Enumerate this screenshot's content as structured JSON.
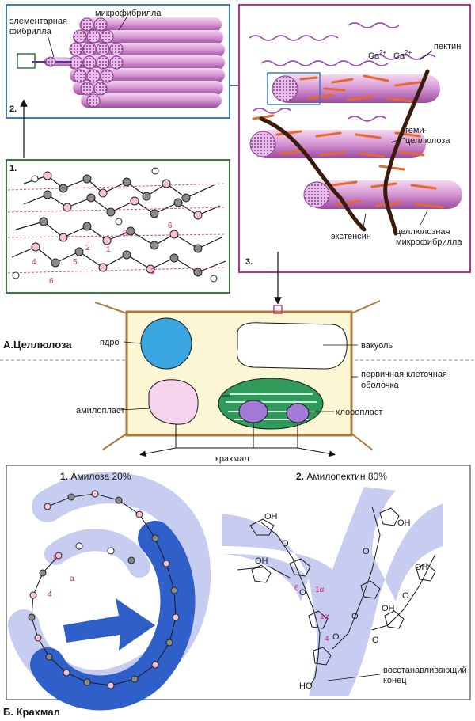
{
  "panel1": {
    "number": "1."
  },
  "panel2": {
    "number": "2.",
    "label_fibril": "элементарная\nфибрилла",
    "label_microfibril": "микрофибрилла"
  },
  "panel3": {
    "number": "3.",
    "label_pectin": "пектин",
    "label_ca1": "Ca",
    "label_ca2": "Ca",
    "ca_sup": "2+",
    "label_hemi1": "геми-",
    "label_hemi2": "целлюлоза",
    "label_extensin": "экстенсин",
    "label_cellmf1": "целлюлозная",
    "label_cellmf2": "микрофибрилла"
  },
  "section_a": {
    "title": "А.Целлюлоза"
  },
  "cell": {
    "nucleus": "ядро",
    "vacuole": "вакуоль",
    "wall1": "первичная клеточная",
    "wall2": "оболочка",
    "amyloplast": "амилопласт",
    "chloroplast": "хлоропласт",
    "starch": "крахмал"
  },
  "section_b": {
    "title": "Б. Крахмал",
    "amylose_num": "1.",
    "amylose": "Амилоза 20%",
    "amylopectin_num": "2.",
    "amylopectin": "Амилопектин 80%",
    "reducing1": "восстанавливающий",
    "reducing2": "конец"
  },
  "markers": {
    "m1": "1",
    "m2": "2",
    "m3": "3",
    "m4": "4",
    "m5": "5",
    "m6": "6",
    "beta": "β",
    "alpha": "α",
    "a16": "6",
    "a1a": "1α",
    "a1b": "1α",
    "a4": "4",
    "oh": "OH",
    "ho": "HO",
    "o": "O"
  },
  "colors": {
    "blue_frame": "#3a7fc1",
    "green_frame": "#3c7a3c",
    "magenta_frame": "#c0328a",
    "cell_wall": "#b07a3c",
    "cytoplasm": "#fbf6d4",
    "nucleus": "#3ba7e0",
    "amylose_band": "#2f5fc8",
    "pale_band": "#c7cdf0"
  }
}
